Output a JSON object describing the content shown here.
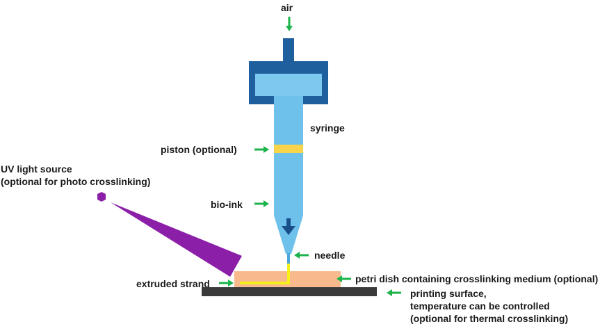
{
  "labels": {
    "air": "air",
    "syringe": "syringe",
    "piston": "piston (optional)",
    "uv_source": "UV light source\n(optional for photo crosslinking)",
    "bio_ink": "bio-ink",
    "needle": "needle",
    "petri_dish": "petri dish containing crosslinking medium (optional)",
    "extruded_strand": "extruded strand",
    "printing_surface": "printing surface,\ntemperature can be controlled\n(optional for thermal crosslinking)"
  },
  "colors": {
    "syringe_outer": "#1f5f9e",
    "syringe_inner": "#7dc8ee",
    "syringe_body": "#6ec1ea",
    "piston": "#f7d44a",
    "flow_arrow": "#1a4f8a",
    "needle_tip": "#4aa6dc",
    "strand": "#f5ef1a",
    "petri_dish": "#f8b98d",
    "surface": "#3a3a3a",
    "uv": "#8b1fa8",
    "pointer_arrow": "#1bb34a"
  }
}
